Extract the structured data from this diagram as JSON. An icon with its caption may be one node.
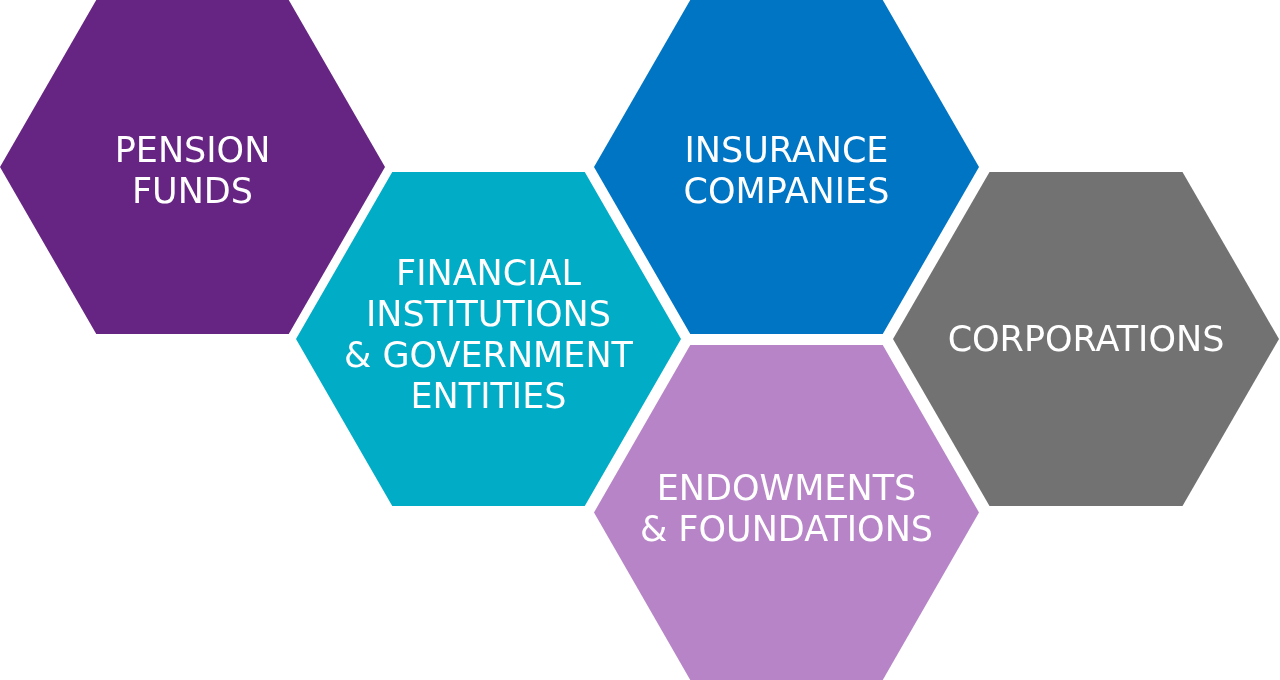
{
  "diagram": {
    "nodes": [
      {
        "text": [
          "PENSION FUNDS"
        ]
      },
      {
        "text": [
          "FINANCIAL INSTITUTIONS & GOVERNMENT ENTITIES"
        ]
      },
      {
        "text": [
          "INSURANCE COMPANIES"
        ]
      },
      {
        "text": [
          "ENDOWMENTS & FOUNDATIONS"
        ]
      },
      {
        "text": [
          "CORPORATIONS"
        ]
      }
    ],
    "edges": []
  }
}
